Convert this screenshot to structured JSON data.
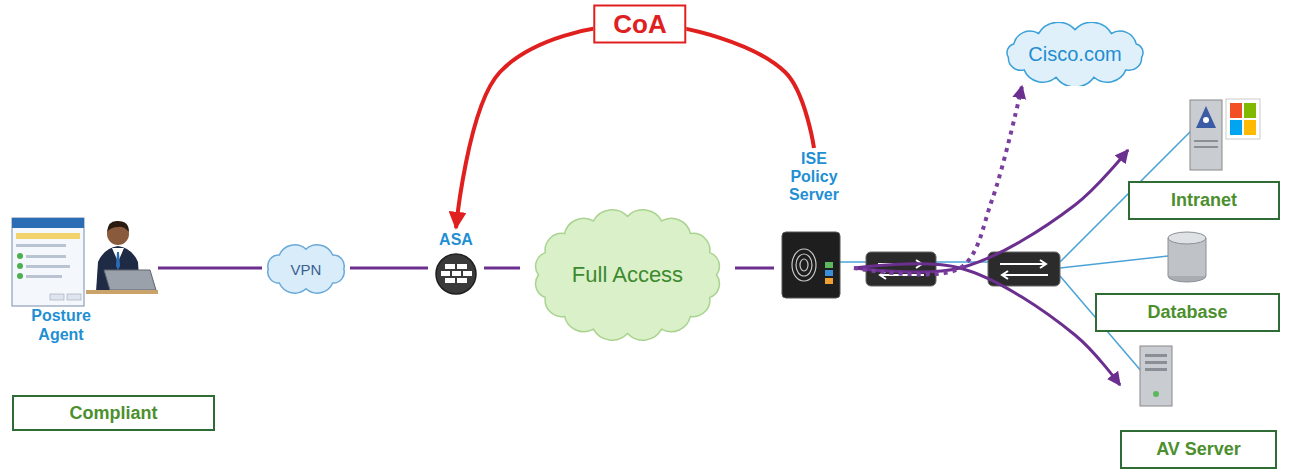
{
  "diagram": {
    "nodes": [
      {
        "text": [
          "Posture Agent"
        ]
      },
      {
        "text": [
          "Compliant"
        ]
      },
      {
        "text": [
          "VPN"
        ]
      },
      {
        "text": [
          "ASA"
        ]
      },
      {
        "text": [
          "Full Access"
        ]
      },
      {
        "text": [
          "ISE Policy Server"
        ]
      },
      {
        "text": [
          "Cisco.com"
        ]
      },
      {
        "text": [
          "Intranet"
        ]
      },
      {
        "text": [
          "Database"
        ]
      },
      {
        "text": [
          "AV Server"
        ]
      }
    ],
    "edges": [
      {
        "from": 0,
        "to": 2,
        "arrow": "none"
      },
      {
        "from": 2,
        "to": 3,
        "arrow": "none"
      },
      {
        "from": 3,
        "to": 4,
        "arrow": "none"
      },
      {
        "from": 4,
        "to": 5,
        "arrow": "none"
      },
      {
        "from": 5,
        "to": 7,
        "arrow": "to"
      },
      {
        "from": 5,
        "to": 9,
        "arrow": "to"
      },
      {
        "from": 5,
        "to": 6,
        "arrow": "to"
      },
      {
        "from": 5,
        "to": 3,
        "arrow": "to",
        "label": "CoA"
      }
    ]
  }
}
